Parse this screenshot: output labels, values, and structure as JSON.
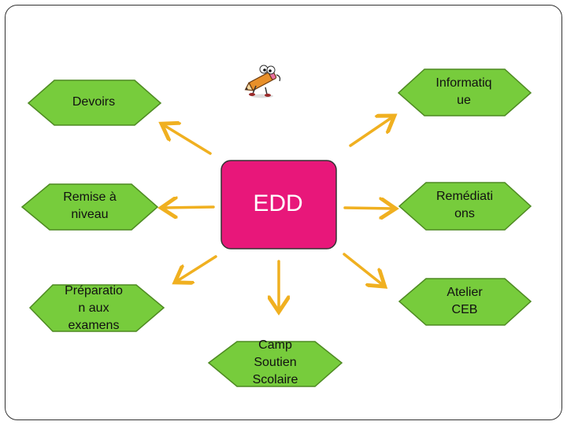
{
  "diagram": {
    "center": {
      "label": "EDD",
      "fill": "#E8177A"
    },
    "node_fill": "#77CC3C",
    "node_stroke": "#4E8A22",
    "arrow_color": "#F0B020",
    "nodes": {
      "devoirs": "Devoirs",
      "informatique": "Informatiq\nue",
      "remise": "Remise à\nniveau",
      "remediations": "Remédiati\nons",
      "preparation": "Préparatio\nn aux\nexamens",
      "atelier": "Atelier\nCEB",
      "camp": "Camp\nSoutien\nScolaire"
    },
    "decoration": "pencil-mascot-icon"
  }
}
